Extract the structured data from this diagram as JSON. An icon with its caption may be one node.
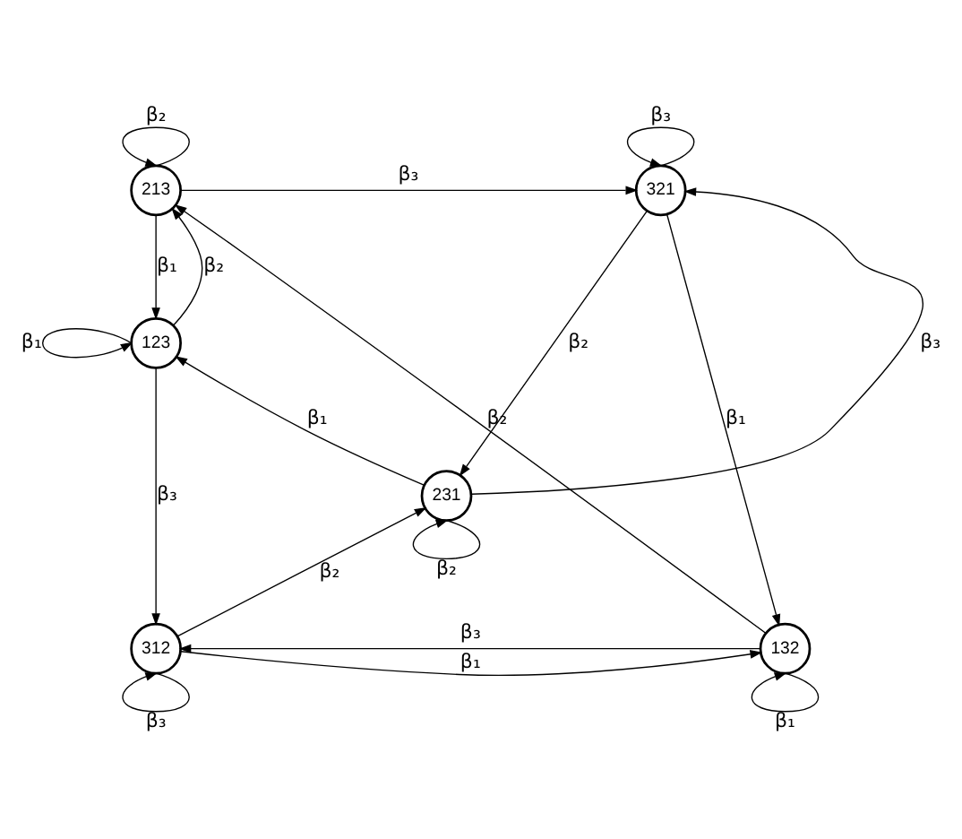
{
  "diagram": {
    "nodes": [
      {
        "text": [
          "213"
        ]
      },
      {
        "text": [
          "321"
        ]
      },
      {
        "text": [
          "123"
        ]
      },
      {
        "text": [
          "231"
        ]
      },
      {
        "text": [
          "312"
        ]
      },
      {
        "text": [
          "132"
        ]
      }
    ],
    "edges": [
      {
        "from": 0,
        "to": 0,
        "arrow": "to",
        "label": "β₂"
      },
      {
        "from": 0,
        "to": 1,
        "arrow": "to",
        "label": "β₃"
      },
      {
        "from": 1,
        "to": 1,
        "arrow": "to",
        "label": "β₃"
      },
      {
        "from": 2,
        "to": 0,
        "arrow": "to",
        "label": "β₂"
      },
      {
        "from": 0,
        "to": 2,
        "arrow": "to",
        "label": "β₁"
      },
      {
        "from": 2,
        "to": 2,
        "arrow": "to",
        "label": "β₁"
      },
      {
        "from": 1,
        "to": 3,
        "arrow": "to",
        "label": "β₂"
      },
      {
        "from": 3,
        "to": 1,
        "arrow": "to",
        "label": "β₃"
      },
      {
        "from": 1,
        "to": 5,
        "arrow": "to",
        "label": "β₁"
      },
      {
        "from": 5,
        "to": 0,
        "arrow": "to",
        "label": "β₂"
      },
      {
        "from": 3,
        "to": 3,
        "arrow": "to",
        "label": "β₂"
      },
      {
        "from": 3,
        "to": 2,
        "arrow": "to",
        "label": "β₁"
      },
      {
        "from": 4,
        "to": 3,
        "arrow": "to",
        "label": "β₂"
      },
      {
        "from": 2,
        "to": 4,
        "arrow": "to",
        "label": "β₃"
      },
      {
        "from": 5,
        "to": 4,
        "arrow": "to",
        "label": "β₃"
      },
      {
        "from": 4,
        "to": 5,
        "arrow": "to",
        "label": "β₁"
      },
      {
        "from": 4,
        "to": 4,
        "arrow": "to",
        "label": "β₃"
      },
      {
        "from": 5,
        "to": 5,
        "arrow": "to",
        "label": "β₁"
      }
    ]
  }
}
